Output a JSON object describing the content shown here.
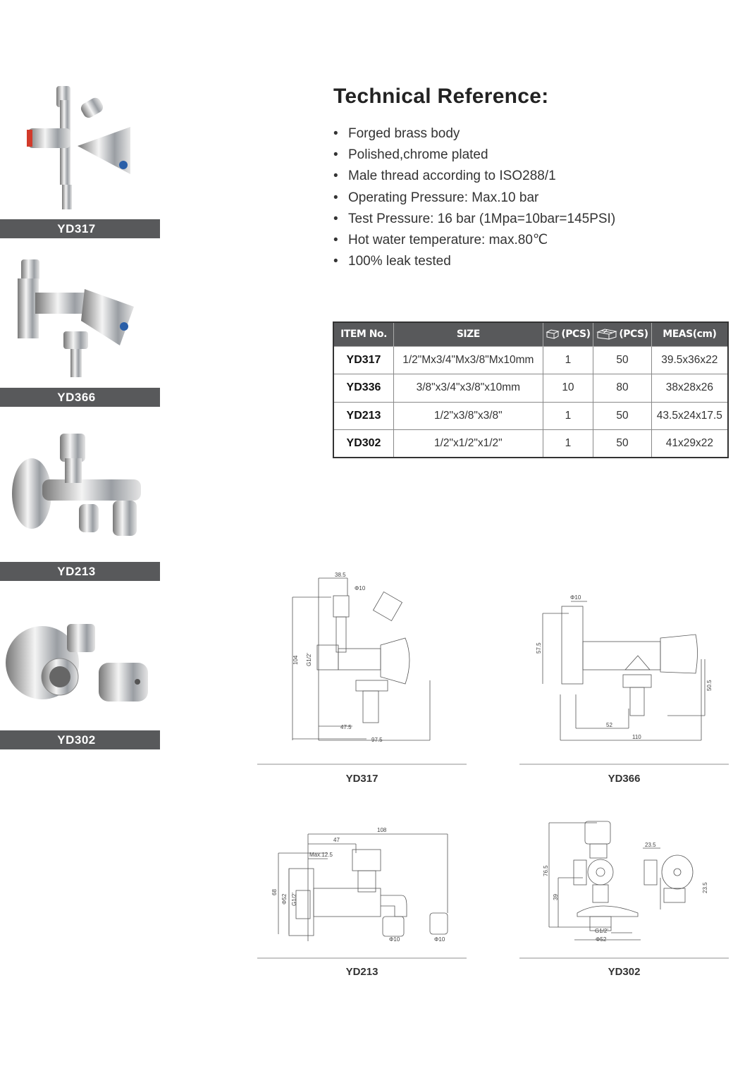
{
  "products": [
    {
      "code": "YD317"
    },
    {
      "code": "YD366"
    },
    {
      "code": "YD213"
    },
    {
      "code": "YD302"
    }
  ],
  "tech": {
    "title": "Technical Reference:",
    "bullets": [
      "Forged brass body",
      "Polished,chrome plated",
      "Male thread according to ISO288/1",
      "Operating Pressure: Max.10 bar",
      "Test Pressure: 16 bar (1Mpa=10bar=145PSI)",
      "Hot water temperature: max.80℃",
      "100% leak tested"
    ]
  },
  "table": {
    "headers": [
      "ITEM No.",
      "SIZE",
      "(PCS)",
      "(PCS)",
      "MEAS(cm)"
    ],
    "rows": [
      [
        "YD317",
        "1/2\"Mx3/4\"Mx3/8\"Mx10mm",
        "1",
        "50",
        "39.5x36x22"
      ],
      [
        "YD336",
        "3/8\"x3/4\"x3/8\"x10mm",
        "10",
        "80",
        "38x28x26"
      ],
      [
        "YD213",
        "1/2\"x3/8\"x3/8\"",
        "1",
        "50",
        "43.5x24x17.5"
      ],
      [
        "YD302",
        "1/2\"x1/2\"x1/2\"",
        "1",
        "50",
        "41x29x22"
      ]
    ]
  },
  "drawings": {
    "yd317": {
      "label": "YD317",
      "dims": [
        "38.5",
        "Φ10",
        "104",
        "G1/2'",
        "47.5",
        "97.5"
      ]
    },
    "yd366": {
      "label": "YD366",
      "dims": [
        "Φ10",
        "57.5",
        "50.5",
        "52",
        "110"
      ]
    },
    "yd213": {
      "label": "YD213",
      "dims": [
        "108",
        "47",
        "Max.12.5",
        "68",
        "Φ52",
        "G1/2'",
        "Φ10",
        "Φ10"
      ]
    },
    "yd302": {
      "label": "YD302",
      "dims": [
        "76.5",
        "39",
        "G1/2'",
        "Φ52",
        "23.5",
        "23.5"
      ]
    }
  },
  "colors": {
    "bar": "#58595b",
    "chrome": "#c9ccd0",
    "blue": "#2a5fa8",
    "red": "#d23a2a"
  }
}
